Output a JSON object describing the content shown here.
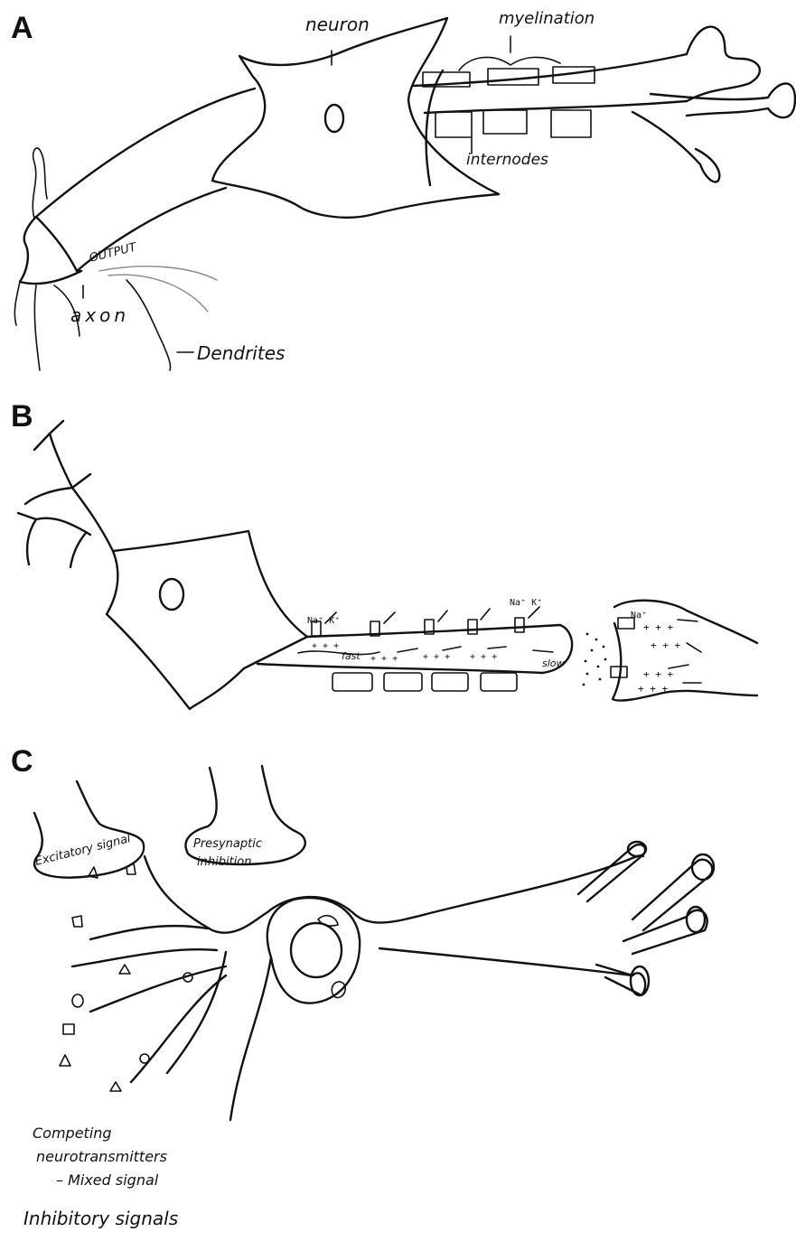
{
  "panels": [
    {
      "letter": "A",
      "labels": {
        "neuron": "neuron",
        "myelination": "myelination",
        "internodes": "internodes",
        "output": "OUTPUT",
        "axon": "axon",
        "dendrites": "Dendrites"
      }
    },
    {
      "letter": "B",
      "labels": {
        "ions_left": "Na⁺ K⁺",
        "ions_right": "Na⁺ K⁺",
        "fast": "fast",
        "slow": "slow",
        "ions_terminal": "Na⁺",
        "charge_marks": "+ + +"
      }
    },
    {
      "letter": "C",
      "labels": {
        "excitatory": "Excitatory signal",
        "presynaptic_line1": "Presynaptic",
        "presynaptic_line2": "inhibition",
        "competing_line1": "Competing",
        "competing_line2": "neurotransmitters",
        "mixed": "– Mixed signal",
        "inhibitory": "Inhibitory signals"
      }
    }
  ]
}
